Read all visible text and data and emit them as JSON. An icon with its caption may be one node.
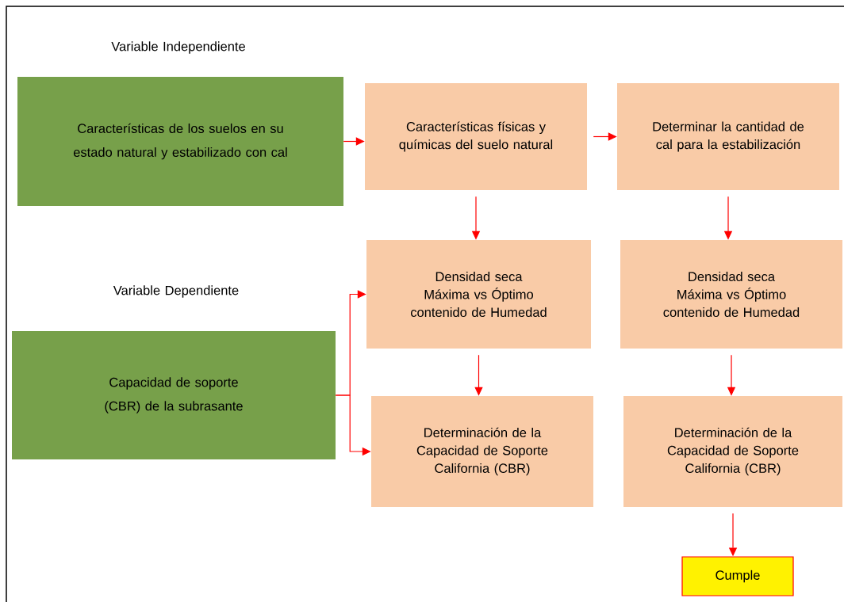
{
  "diagram": {
    "nodes": [
      {
        "text": [
          "Variable Independiente",
          "Características de los suelos en su estado natural y estabilizado con cal"
        ]
      },
      {
        "text": [
          "Características físicas y químicas del suelo natural"
        ]
      },
      {
        "text": [
          "Determinar la cantidad de cal para la estabilización"
        ]
      },
      {
        "text": [
          "Variable Dependiente",
          "Capacidad de soporte (CBR) de la subrasante"
        ]
      },
      {
        "text": [
          "Densidad seca Máxima vs Óptimo contenido de Humedad"
        ]
      },
      {
        "text": [
          "Densidad seca Máxima vs Óptimo contenido de Humedad"
        ]
      },
      {
        "text": [
          "Determinación de la Capacidad de Soporte California (CBR)"
        ]
      },
      {
        "text": [
          "Determinación de la Capacidad de Soporte California (CBR)"
        ]
      },
      {
        "text": [
          "Cumple"
        ]
      }
    ],
    "edges": [
      {
        "from": 0,
        "to": 1,
        "arrow": "to"
      },
      {
        "from": 1,
        "to": 2,
        "arrow": "to"
      },
      {
        "from": 1,
        "to": 4,
        "arrow": "to"
      },
      {
        "from": 2,
        "to": 5,
        "arrow": "to"
      },
      {
        "from": 3,
        "to": 4,
        "arrow": "to"
      },
      {
        "from": 3,
        "to": 6,
        "arrow": "to"
      },
      {
        "from": 4,
        "to": 6,
        "arrow": "to"
      },
      {
        "from": 5,
        "to": 7,
        "arrow": "to"
      },
      {
        "from": 7,
        "to": 8,
        "arrow": "to"
      }
    ]
  }
}
